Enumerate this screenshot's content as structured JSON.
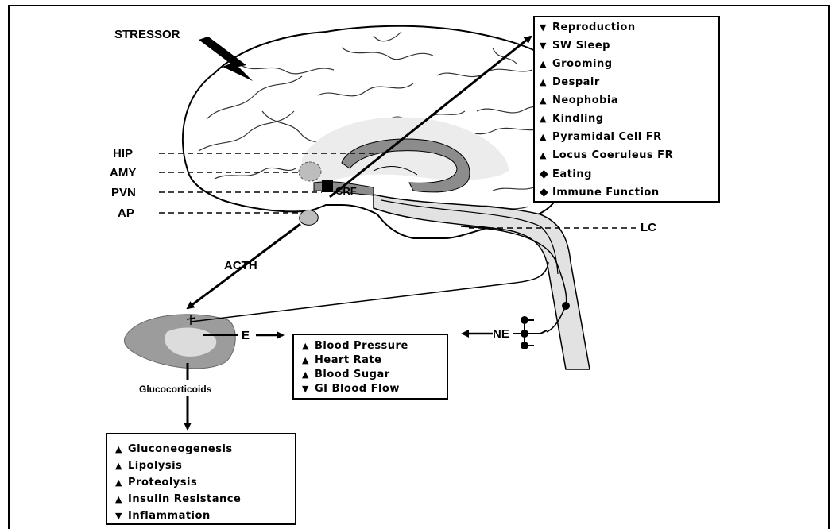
{
  "labels": {
    "stressor": "STRESSOR",
    "hip": "HIP",
    "amy": "AMY",
    "pvn": "PVN",
    "ap": "AP",
    "crf": "CRF",
    "lc": "LC",
    "acth": "ACTH",
    "e": "E",
    "ne": "NE",
    "glucocorticoids": "Glucocorticoids"
  },
  "symbols": {
    "down": "▼",
    "up": "▲",
    "diamond": "◆"
  },
  "brain_effects": [
    {
      "dir": "down",
      "text": "Reproduction"
    },
    {
      "dir": "down",
      "text": "SW Sleep"
    },
    {
      "dir": "up",
      "text": "Grooming"
    },
    {
      "dir": "up",
      "text": "Despair"
    },
    {
      "dir": "up",
      "text": "Neophobia"
    },
    {
      "dir": "up",
      "text": "Kindling"
    },
    {
      "dir": "up",
      "text": "Pyramidal Cell FR"
    },
    {
      "dir": "up",
      "text": "Locus Coeruleus FR"
    },
    {
      "dir": "diamond",
      "text": "Eating"
    },
    {
      "dir": "diamond",
      "text": "Immune Function"
    }
  ],
  "autonomic_effects": [
    {
      "dir": "up",
      "text": "Blood Pressure"
    },
    {
      "dir": "up",
      "text": "Heart Rate"
    },
    {
      "dir": "up",
      "text": "Blood Sugar"
    },
    {
      "dir": "down",
      "text": "GI Blood Flow"
    }
  ],
  "metabolic_effects": [
    {
      "dir": "up",
      "text": "Gluconeogenesis"
    },
    {
      "dir": "up",
      "text": "Lipolysis"
    },
    {
      "dir": "up",
      "text": "Proteolysis"
    },
    {
      "dir": "up",
      "text": "Insulin Resistance"
    },
    {
      "dir": "down",
      "text": "Inflammation"
    }
  ]
}
